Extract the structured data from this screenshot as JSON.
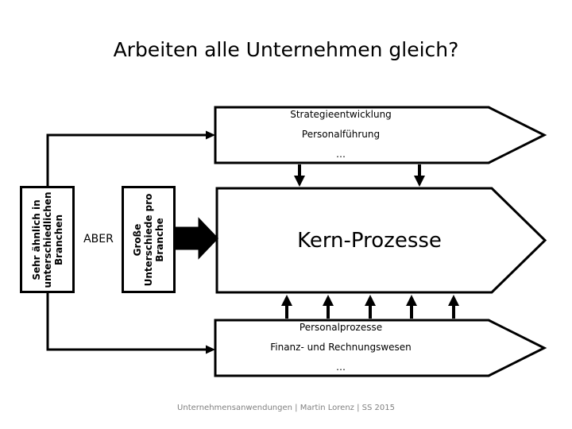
{
  "slide": {
    "title": "Arbeiten alle Unternehmen gleich?",
    "footer": "Unternehmensanwendungen | Martin Lorenz | SS 2015",
    "background_color": "#ffffff",
    "line_color": "#000000",
    "footer_color": "#808080"
  },
  "left_boxes": [
    {
      "name": "similarity-box",
      "lines": [
        "Sehr ähnlich in",
        "unterschiedlichen",
        "Branchen"
      ]
    },
    {
      "name": "difference-box",
      "lines": [
        "Große",
        "Unterschiede pro",
        "Branche"
      ]
    }
  ],
  "connector_label": "ABER",
  "management_processes": {
    "rows": [
      "Strategieentwicklung",
      "Personalführung",
      "…"
    ]
  },
  "core_process": {
    "label": "Kern-Prozesse"
  },
  "support_processes": {
    "rows": [
      "Personalprozesse",
      "Finanz- und Rechnungswesen",
      "…"
    ]
  }
}
